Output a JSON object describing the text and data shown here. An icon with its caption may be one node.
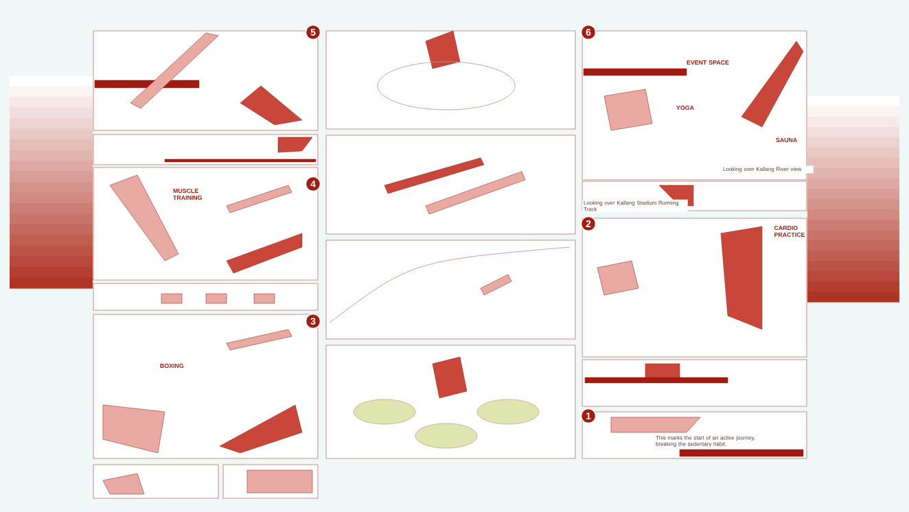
{
  "diagram": {
    "nodes": [
      {
        "text": [
          "5"
        ]
      },
      {
        "text": [],
        "shape": "box"
      },
      {
        "text": [
          "4",
          "MUSCLE TRAINING"
        ]
      },
      {
        "text": [],
        "shape": "box"
      },
      {
        "text": [
          "3",
          "BOXING"
        ]
      },
      {
        "text": [],
        "shape": "box"
      },
      {
        "text": [],
        "shape": "box"
      },
      {
        "text": [],
        "shape": "box"
      },
      {
        "text": [],
        "shape": "box"
      },
      {
        "text": [],
        "shape": "box"
      },
      {
        "text": [],
        "shape": "box"
      },
      {
        "text": [
          "6",
          "EVENT SPACE",
          "YOGA",
          "SAUNA"
        ]
      },
      {
        "text": [
          "Looking over Kallang River view",
          "Looking over Kallang Stadium Running Track"
        ]
      },
      {
        "text": [
          "2",
          "CARDIO PRACTICE"
        ]
      },
      {
        "text": [],
        "shape": "box"
      },
      {
        "text": [
          "1",
          "This marks the start of an active journey, breaking the sedentary habit."
        ]
      }
    ]
  }
}
